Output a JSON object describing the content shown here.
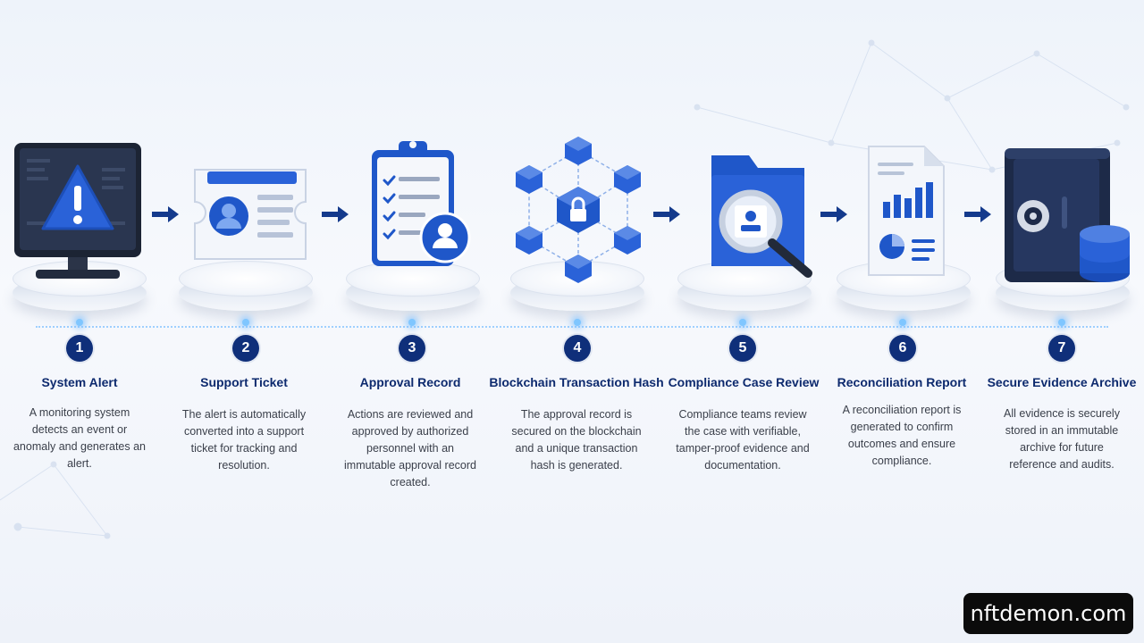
{
  "steps": [
    {
      "number": "1",
      "title": "System Alert",
      "description": "A monitoring system detects an event or anomaly and generates an alert.",
      "icon": "warning-monitor-icon"
    },
    {
      "number": "2",
      "title": "Support Ticket",
      "description": "The alert is automatically converted into a support ticket for tracking and resolution.",
      "icon": "ticket-user-icon"
    },
    {
      "number": "3",
      "title": "Approval Record",
      "description": "Actions are reviewed and approved by authorized personnel with an immutable approval record created.",
      "icon": "checklist-clipboard-icon"
    },
    {
      "number": "4",
      "title": "Blockchain Transaction Hash",
      "description": "The approval record is secured on the blockchain and a unique transaction hash is generated.",
      "icon": "blockchain-lock-icon"
    },
    {
      "number": "5",
      "title": "Compliance Case Review",
      "description": "Compliance teams review the case with verifiable, tamper-proof evidence and documentation.",
      "icon": "folder-magnifier-icon"
    },
    {
      "number": "6",
      "title": "Reconciliation Report",
      "description": "A reconciliation report is generated to confirm outcomes and ensure compliance.",
      "icon": "report-chart-icon"
    },
    {
      "number": "7",
      "title": "Secure Evidence Archive",
      "description": "All evidence is securely stored in an immutable archive for future reference and audits.",
      "icon": "vault-database-icon"
    }
  ],
  "watermark": "nftdemon.com",
  "colors": {
    "primary": "#1f57c9",
    "dark_navy": "#0f2f7a",
    "accent_glow": "#7fc6ff",
    "text": "#3a3f4a"
  }
}
